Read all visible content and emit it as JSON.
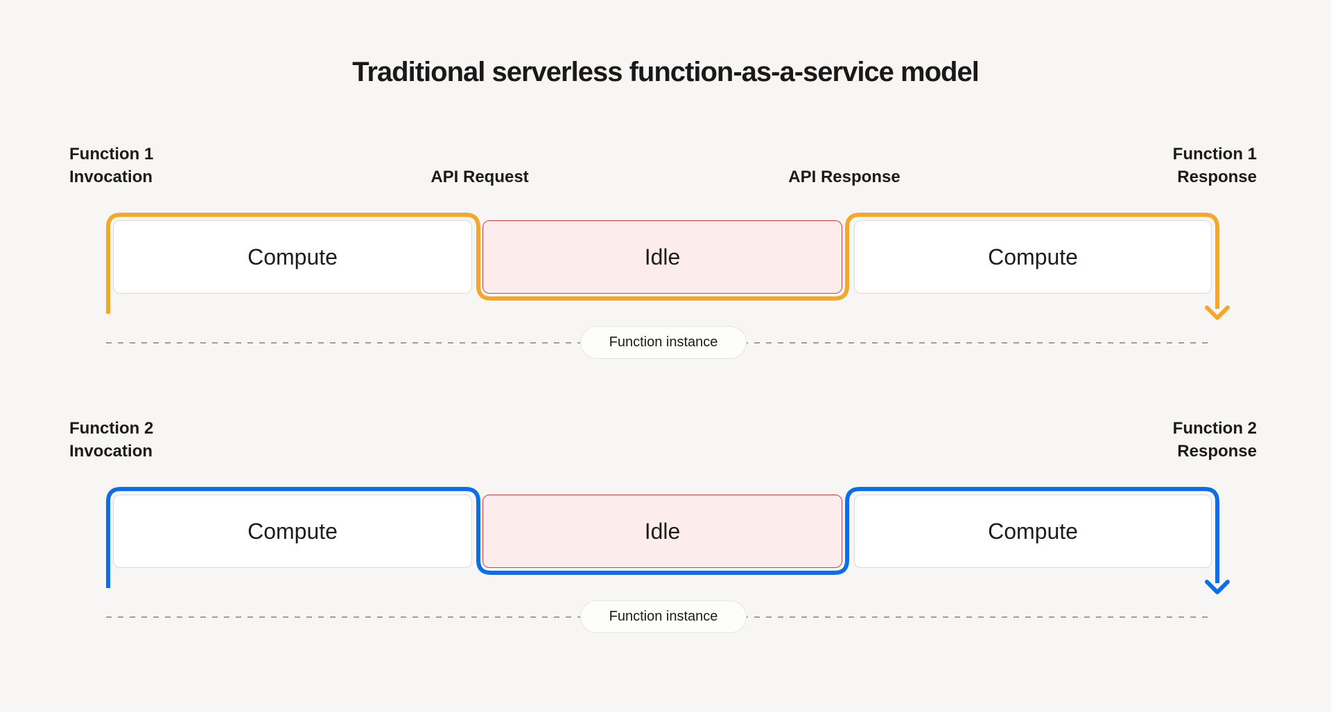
{
  "title": "Traditional serverless function-as-a-service model",
  "colors": {
    "background": "#F7F6F4",
    "function1_line": "#F5A72B",
    "function2_line": "#0C6DE8",
    "idle_fill": "#FCECEB",
    "idle_border": "#D23F44",
    "compute_fill": "#FFFFFF",
    "compute_border": "#D9D9D9",
    "dashed_line": "#9E9E9E",
    "text": "#1B1B1B"
  },
  "rows": [
    {
      "id": "function-1",
      "line_color": "#F5A72B",
      "invocation_line1": "Function 1",
      "invocation_line2": "Invocation",
      "api_request": "API Request",
      "api_response": "API Response",
      "response_line1": "Function 1",
      "response_line2": "Response",
      "boxes": [
        {
          "label": "Compute",
          "state": "compute"
        },
        {
          "label": "Idle",
          "state": "idle"
        },
        {
          "label": "Compute",
          "state": "compute"
        }
      ],
      "instance_label": "Function instance"
    },
    {
      "id": "function-2",
      "line_color": "#0C6DE8",
      "invocation_line1": "Function 2",
      "invocation_line2": "Invocation",
      "response_line1": "Function 2",
      "response_line2": "Response",
      "boxes": [
        {
          "label": "Compute",
          "state": "compute"
        },
        {
          "label": "Idle",
          "state": "idle"
        },
        {
          "label": "Compute",
          "state": "compute"
        }
      ],
      "instance_label": "Function instance"
    }
  ]
}
